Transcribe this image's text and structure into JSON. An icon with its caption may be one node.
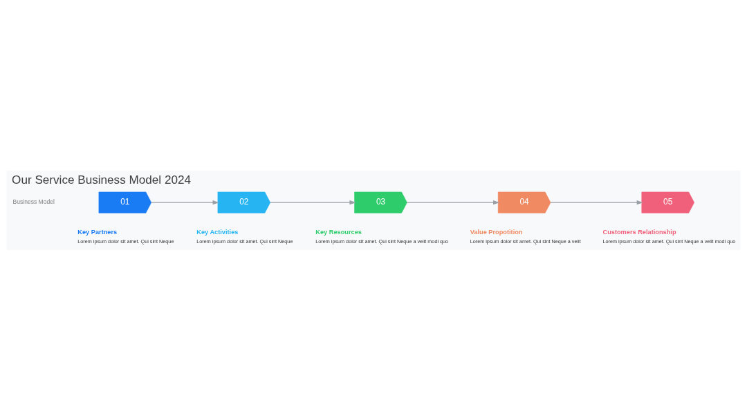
{
  "diagram": {
    "title": "Our Service Business Model 2024",
    "nodes": [
      {
        "text": [
          "01"
        ],
        "beside": [
          "Key Partners",
          "Lorem ipsum dolor sit amet. Qui sint Neque"
        ]
      },
      {
        "text": [
          "02"
        ],
        "beside": [
          "Key Activities",
          "Lorem ipsum dolor sit amet. Qui sint Neque"
        ]
      },
      {
        "text": [
          "03"
        ],
        "beside": [
          "Key Resources",
          "Lorem ipsum dolor sit amet. Qui sint Neque a velit modi quo"
        ]
      },
      {
        "text": [
          "04"
        ],
        "beside": [
          "Value Propotition",
          "Lorem ipsum dolor sit amet. Qui sint Neque a velit"
        ]
      },
      {
        "text": [
          "05"
        ],
        "beside": [
          "Customers Relationship",
          "Lorem ipsum dolor sit amet. Qui sint Neque a velit modi quo"
        ]
      }
    ],
    "edges": [
      {
        "from": 0,
        "to": 1,
        "arrow": "to"
      },
      {
        "from": 1,
        "to": 2,
        "arrow": "to"
      },
      {
        "from": 2,
        "to": 3,
        "arrow": "to"
      },
      {
        "from": 3,
        "to": 4,
        "arrow": "to"
      }
    ],
    "labels": [
      "Business Model"
    ]
  }
}
